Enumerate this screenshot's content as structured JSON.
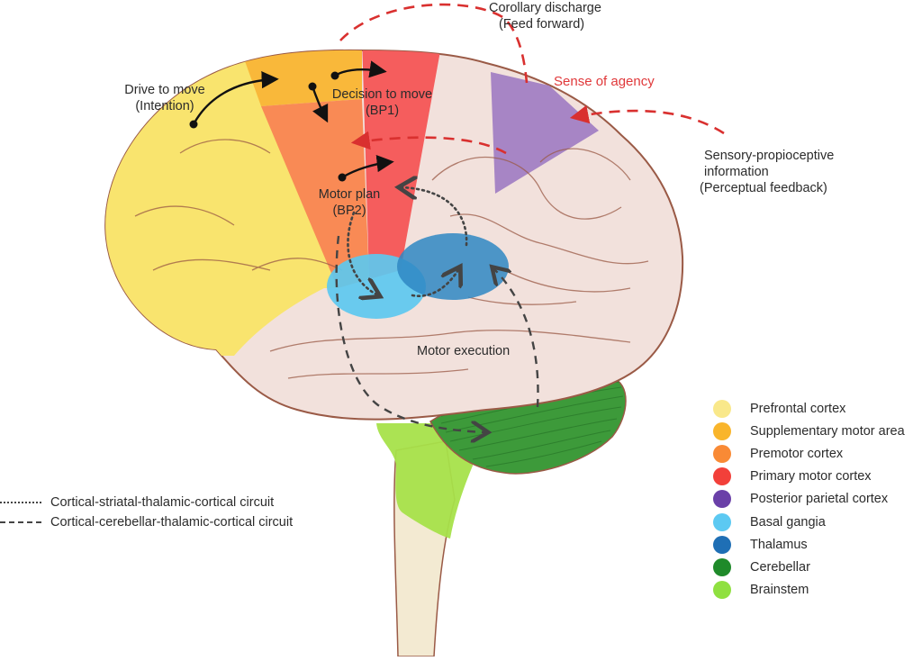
{
  "figure": {
    "annotations": {
      "drive_to_move": [
        "Drive to move",
        "(Intention)"
      ],
      "decision_to_move": [
        "Decision to move",
        "(BP1)"
      ],
      "motor_plan": [
        "Motor plan",
        "(BP2)"
      ],
      "motor_execution": "Motor execution",
      "corollary_discharge": [
        "Corollary discharge",
        "(Feed forward)"
      ],
      "sense_of_agency": "Sense of agency",
      "sensory_feedback": [
        "Sensory-propioceptive",
        "information",
        "(Perceptual feedback)"
      ]
    },
    "colors": {
      "prefrontal": "#f9e46e",
      "sma": "#f9b83a",
      "premotor": "#f98a55",
      "primary_motor": "#f55d5d",
      "posterior_parietal": "#a27fc3",
      "basal_ganglia": "#5dc8ef",
      "thalamus": "#2f87c3",
      "cerebellar": "#3a9a3a",
      "brainstem": "#a6e24a",
      "brain_base": "#f2e1dc",
      "brain_outline": "#9a5a46",
      "red_arrow": "#d9302f",
      "spinal": "#f3ead2"
    },
    "legend": [
      {
        "label": "Prefrontal cortex",
        "color": "#f9e88a"
      },
      {
        "label": "Supplementary motor area",
        "color": "#f9b52b"
      },
      {
        "label": "Premotor cortex",
        "color": "#f98a35"
      },
      {
        "label": "Primary motor cortex",
        "color": "#f2403a"
      },
      {
        "label": "Posterior parietal cortex",
        "color": "#6a40a8"
      },
      {
        "label": "Basal gangia",
        "color": "#5cc9f2"
      },
      {
        "label": "Thalamus",
        "color": "#1f6fb5"
      },
      {
        "label": "Cerebellar",
        "color": "#1f8a2a"
      },
      {
        "label": "Brainstem",
        "color": "#8fe040"
      }
    ],
    "circuits": [
      {
        "label": "Cortical-striatal-thalamic-cortical circuit",
        "style": "dotted"
      },
      {
        "label": "Cortical-cerebellar-thalamic-cortical circuit",
        "style": "dashed"
      }
    ]
  }
}
